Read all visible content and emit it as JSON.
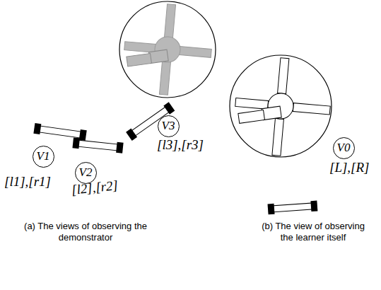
{
  "diagram": {
    "nodes": [
      {
        "text": [
          "V1"
        ]
      },
      {
        "text": [
          "V2"
        ]
      },
      {
        "text": [
          "V3"
        ]
      },
      {
        "text": [
          "V0"
        ]
      }
    ],
    "labels": [
      "[l1],[r1]",
      "[l2],[r2]",
      "[l3],[r3]",
      "[L],[R]",
      "(a) The views of observing the demonstrator",
      "(b) The view of observing the learner itself"
    ]
  }
}
